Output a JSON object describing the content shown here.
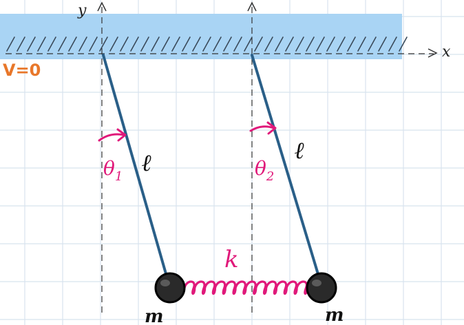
{
  "labels": {
    "y_axis": "y",
    "x_axis": "x",
    "potential_reference": "V=0",
    "theta1": "θ",
    "theta1_sub": "1",
    "theta2": "θ",
    "theta2_sub": "2",
    "length1": "ℓ",
    "length2": "ℓ",
    "spring": "k",
    "mass1": "m",
    "mass2": "m"
  },
  "colors": {
    "ceiling": "#a9d4f4",
    "rod": "#2a5f88",
    "spring": "#e0197a",
    "angle": "#e0197a",
    "potential_label": "#e8772a",
    "mass": "#1e1e1e",
    "grid": "#d8e3ee",
    "ink": "#222222"
  }
}
